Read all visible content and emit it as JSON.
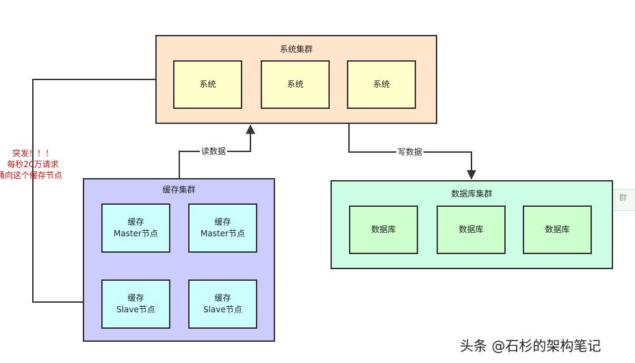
{
  "system_cluster": {
    "title": "系统集群",
    "nodes": [
      "系统",
      "系统",
      "系统"
    ],
    "color": "#ffe5cc"
  },
  "cache_cluster": {
    "title": "缓存集群",
    "color": "#ccccff",
    "node_color": "#ccffff",
    "masters": [
      {
        "line1": "缓存",
        "line2": "Master节点"
      },
      {
        "line1": "缓存",
        "line2": "Master节点"
      }
    ],
    "slaves": [
      {
        "line1": "缓存",
        "line2": "Slave节点"
      },
      {
        "line1": "缓存",
        "line2": "Slave节点"
      }
    ]
  },
  "db_cluster": {
    "title": "数据库集群",
    "nodes": [
      "数据库",
      "数据库",
      "数据库"
    ],
    "color": "#ccffe6",
    "node_color": "#ccffcc"
  },
  "edges": {
    "read_label": "读数据",
    "write_label": "写数据"
  },
  "alert": {
    "line1": "突发！！！",
    "line2": "每秒20万请求",
    "line3": "涌向这个缓存节点",
    "color": "#cc1111"
  },
  "partial_label": "群",
  "watermark": "头条 @石杉的架构笔记"
}
